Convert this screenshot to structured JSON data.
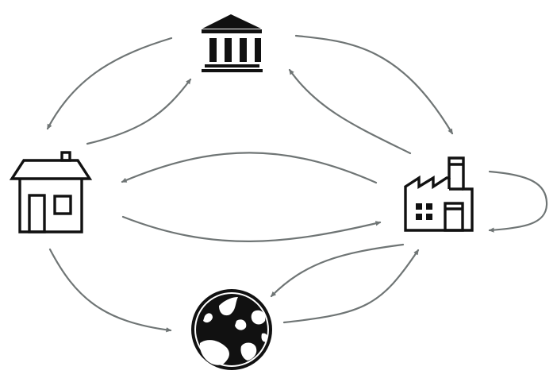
{
  "nodes": [
    {
      "id": "government",
      "icon": "bank-icon"
    },
    {
      "id": "households",
      "icon": "house-icon"
    },
    {
      "id": "firms",
      "icon": "factory-icon"
    },
    {
      "id": "rest-of-world",
      "icon": "globe-icon"
    }
  ],
  "flows": [
    {
      "from": "government",
      "to": "households"
    },
    {
      "from": "households",
      "to": "government"
    },
    {
      "from": "government",
      "to": "firms"
    },
    {
      "from": "firms",
      "to": "government"
    },
    {
      "from": "firms",
      "to": "households"
    },
    {
      "from": "households",
      "to": "firms"
    },
    {
      "from": "firms",
      "to": "firms"
    },
    {
      "from": "households",
      "to": "rest-of-world"
    },
    {
      "from": "firms",
      "to": "rest-of-world"
    },
    {
      "from": "rest-of-world",
      "to": "firms"
    }
  ],
  "colors": {
    "arrow": "#6f7575",
    "icon": "#111111",
    "background": "#ffffff"
  }
}
